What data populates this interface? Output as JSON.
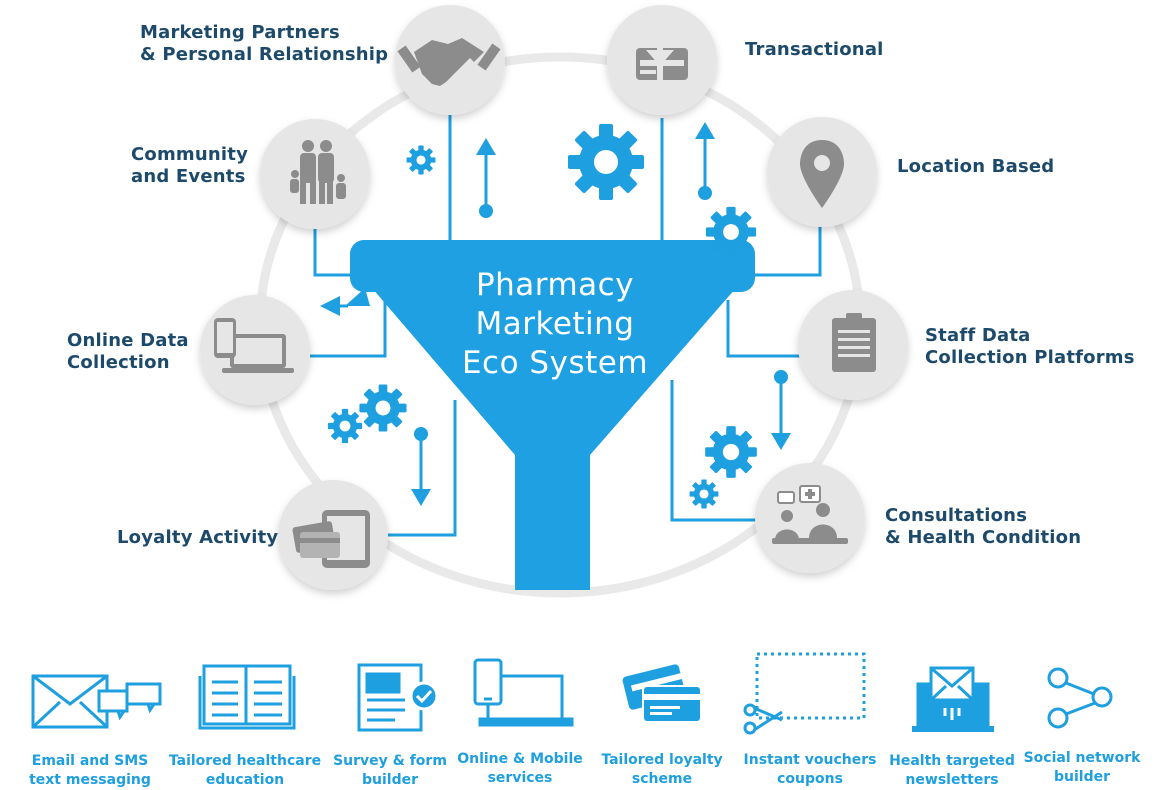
{
  "center": {
    "title_lines": [
      "Pharmacy",
      "Marketing",
      "Eco System"
    ]
  },
  "nodes": [
    {
      "id": "marketing-partners",
      "icon": "handshake-icon",
      "lines": [
        "Marketing Partners",
        "& Personal Relationship"
      ]
    },
    {
      "id": "community-events",
      "icon": "family-icon",
      "lines": [
        "Community",
        "and Events"
      ]
    },
    {
      "id": "online-data",
      "icon": "devices-icon",
      "lines": [
        "Online Data",
        "Collection"
      ]
    },
    {
      "id": "loyalty-activity",
      "icon": "loyalty-cards-icon",
      "lines": [
        "Loyalty Activity"
      ]
    },
    {
      "id": "transactional",
      "icon": "card-transaction-icon",
      "lines": [
        "Transactional"
      ]
    },
    {
      "id": "location-based",
      "icon": "map-pin-icon",
      "lines": [
        "Location Based"
      ]
    },
    {
      "id": "staff-data",
      "icon": "clipboard-icon",
      "lines": [
        "Staff Data",
        "Collection Platforms"
      ]
    },
    {
      "id": "consultations",
      "icon": "consultation-icon",
      "lines": [
        "Consultations",
        "& Health Condition"
      ]
    }
  ],
  "services": [
    {
      "icon": "email-sms-icon",
      "lines": [
        "Email and SMS",
        "text messaging"
      ]
    },
    {
      "icon": "open-book-icon",
      "lines": [
        "Tailored healthcare",
        "education"
      ]
    },
    {
      "icon": "survey-form-icon",
      "lines": [
        "Survey & form",
        "builder"
      ]
    },
    {
      "icon": "mobile-laptop-icon",
      "lines": [
        "Online & Mobile",
        "services"
      ]
    },
    {
      "icon": "loyalty-card-icon",
      "lines": [
        "Tailored loyalty",
        "scheme"
      ]
    },
    {
      "icon": "voucher-scissors-icon",
      "lines": [
        "Instant vouchers",
        "coupons"
      ]
    },
    {
      "icon": "newsletter-icon",
      "lines": [
        "Health targeted",
        "newsletters"
      ]
    },
    {
      "icon": "share-network-icon",
      "lines": [
        "Social network",
        "builder"
      ]
    }
  ],
  "colors": {
    "accent": "#1e9fe0",
    "text": "#1d4a6b",
    "grey_ring": "#e8e8e8",
    "icon_grey": "#8c8c8c"
  }
}
